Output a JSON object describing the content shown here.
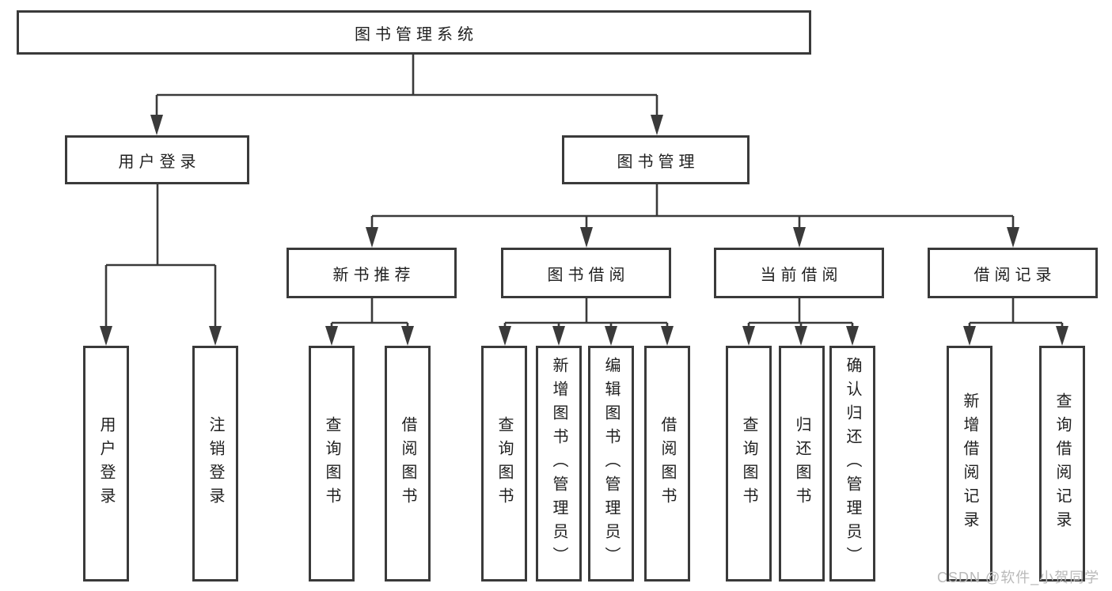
{
  "colors": {
    "line": "#3a3a3a",
    "box_border": "#3a3a3a",
    "text": "#1f1f1f",
    "watermark": "#b9b9b9",
    "background": "#ffffff"
  },
  "watermark": "CSDN @软件_小贺同学",
  "tree": {
    "root": {
      "label": "图书管理系统"
    },
    "level2": [
      {
        "label": "用户登录"
      },
      {
        "label": "图书管理"
      }
    ],
    "level3": [
      {
        "label": "新书推荐"
      },
      {
        "label": "图书借阅"
      },
      {
        "label": "当前借阅"
      },
      {
        "label": "借阅记录"
      }
    ],
    "leaves": {
      "user_login": [
        "用户登录",
        "注销登录"
      ],
      "new_book": [
        "查询图书",
        "借阅图书"
      ],
      "book_borrow": [
        "查询图书",
        "新增图书（管理员）",
        "编辑图书（管理员）",
        "借阅图书"
      ],
      "current_borrow": [
        "查询图书",
        "归还图书",
        "确认归还（管理员）"
      ],
      "borrow_record": [
        "新增借阅记录",
        "查询借阅记录"
      ]
    }
  }
}
